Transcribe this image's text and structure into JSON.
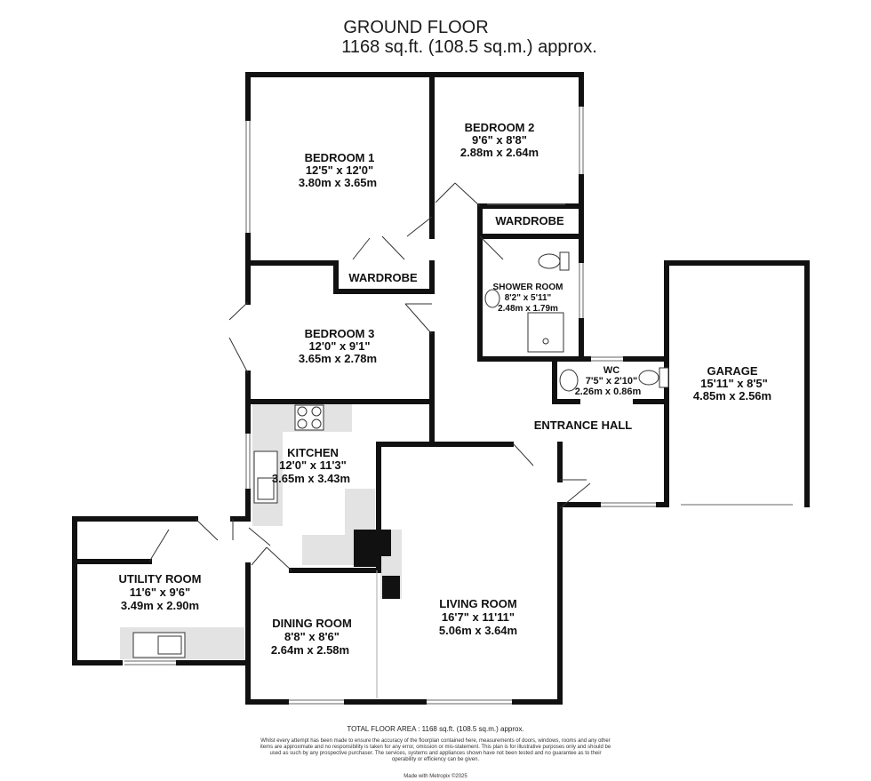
{
  "header": {
    "title": "GROUND FLOOR",
    "area": "1168 sq.ft. (108.5 sq.m.) approx."
  },
  "rooms": {
    "bedroom1": {
      "name": "BEDROOM 1",
      "imperial": "12'5\"  x 12'0\"",
      "metric": "3.80m  x 3.65m"
    },
    "bedroom2": {
      "name": "BEDROOM 2",
      "imperial": "9'6\"  x 8'8\"",
      "metric": "2.88m  x 2.64m"
    },
    "bedroom3": {
      "name": "BEDROOM 3",
      "imperial": "12'0\"  x 9'1\"",
      "metric": "3.65m  x 2.78m"
    },
    "wardrobe1": {
      "name": "WARDROBE"
    },
    "wardrobe2": {
      "name": "WARDROBE"
    },
    "shower": {
      "name": "SHOWER ROOM",
      "imperial": "8'2\"  x 5'11\"",
      "metric": "2.48m  x 1.79m"
    },
    "wc": {
      "name": "WC",
      "imperial": "7'5\"  x 2'10\"",
      "metric": "2.26m  x 0.86m"
    },
    "garage": {
      "name": "GARAGE",
      "imperial": "15'11\"  x 8'5\"",
      "metric": "4.85m  x 2.56m"
    },
    "hall": {
      "name": "ENTRANCE HALL"
    },
    "kitchen": {
      "name": "KITCHEN",
      "imperial": "12'0\"  x 11'3\"",
      "metric": "3.65m  x 3.43m"
    },
    "utility": {
      "name": "UTILITY ROOM",
      "imperial": "11'6\"  x 9'6\"",
      "metric": "3.49m  x 2.90m"
    },
    "dining": {
      "name": "DINING ROOM",
      "imperial": "8'8\"  x 8'6\"",
      "metric": "2.64m  x 2.58m"
    },
    "living": {
      "name": "LIVING ROOM",
      "imperial": "16'7\"  x 11'11\"",
      "metric": "5.06m  x 3.64m"
    }
  },
  "footer": {
    "total": "TOTAL FLOOR AREA : 1168 sq.ft. (108.5 sq.m.) approx.",
    "disclaimer": "Whilst every attempt has been made to ensure the accuracy of the floorplan contained here, measurements of doors, windows, rooms and any other items are approximate and no responsibility is taken for any error, omission or mis-statement. This plan is for illustrative purposes only and should be used as such by any prospective purchaser. The services, systems and appliances shown have not been tested and no guarantee as to their operability or efficiency can be given.",
    "made_with": "Made with Metropix ©2025"
  },
  "colors": {
    "wall": "#111111",
    "fixture_fill": "#e3e3e3",
    "window_line": "#666666"
  }
}
